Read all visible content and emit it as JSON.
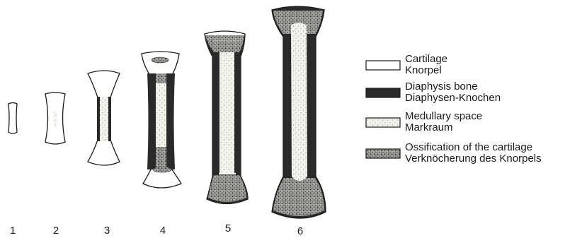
{
  "stages": [
    {
      "number": "1"
    },
    {
      "number": "2"
    },
    {
      "number": "3"
    },
    {
      "number": "4"
    },
    {
      "number": "5"
    },
    {
      "number": "6"
    }
  ],
  "legend": [
    {
      "key": "cartilage",
      "line1": "Cartilage",
      "line2": "Knorpel"
    },
    {
      "key": "diaphysis",
      "line1": "Diaphysis bone",
      "line2": "Diaphysen-Knochen"
    },
    {
      "key": "medullary",
      "line1": "Medullary space",
      "line2": "Markraum"
    },
    {
      "key": "ossification",
      "line1": "Ossification of the cartilage",
      "line2": "Verknöcherung des Knorpels"
    }
  ],
  "colors": {
    "ink": "#1a1a1a",
    "cartilage": "#ffffff",
    "diaphysis": "#2a2a2a",
    "medullary": "#f1f1ec",
    "ossification": "#9a9a96"
  }
}
